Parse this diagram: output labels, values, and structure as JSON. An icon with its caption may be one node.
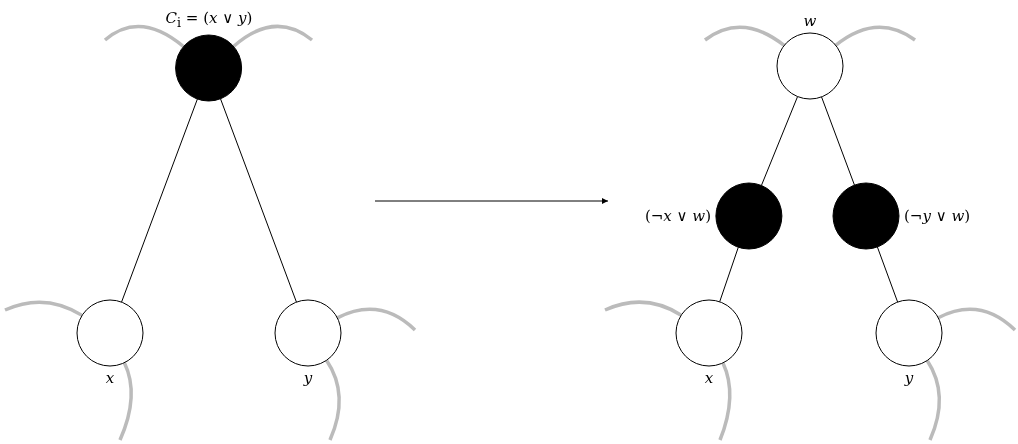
{
  "diagram": {
    "nodes": [
      {
        "text": [
          "*C*$_{i}$ = (*x* ∨ *y*)"
        ]
      },
      {
        "text": [
          "x"
        ]
      },
      {
        "text": [
          "y"
        ]
      },
      {
        "text": [
          "w"
        ]
      },
      {
        "text": [
          "(¬*x* ∨ *w*)"
        ]
      },
      {
        "text": [
          "(¬*y* ∨ *w*)"
        ]
      },
      {
        "text": [
          "x"
        ]
      },
      {
        "text": [
          "y"
        ]
      }
    ],
    "edges": [
      {
        "from": 0,
        "to": 1,
        "arrow": "none",
        "color": "#000000"
      },
      {
        "from": 0,
        "to": 2,
        "arrow": "none",
        "color": "#000000"
      },
      {
        "from": 3,
        "to": 4,
        "arrow": "none",
        "color": "#000000"
      },
      {
        "from": 3,
        "to": 5,
        "arrow": "none",
        "color": "#000000"
      },
      {
        "from": 4,
        "to": 6,
        "arrow": "none",
        "color": "#000000"
      },
      {
        "from": 5,
        "to": 7,
        "arrow": "none",
        "color": "#000000"
      },
      {
        "from": 0,
        "to": null,
        "arrow": "none"
      },
      {
        "from": 0,
        "to": null,
        "arrow": "none"
      },
      {
        "from": 1,
        "to": null,
        "arrow": "none"
      },
      {
        "from": 1,
        "to": null,
        "arrow": "none"
      },
      {
        "from": 2,
        "to": null,
        "arrow": "none"
      },
      {
        "from": 2,
        "to": null,
        "arrow": "none"
      },
      {
        "from": 3,
        "to": null,
        "arrow": "none"
      },
      {
        "from": 3,
        "to": null,
        "arrow": "none"
      },
      {
        "from": 6,
        "to": null,
        "arrow": "none"
      },
      {
        "from": 6,
        "to": null,
        "arrow": "none"
      },
      {
        "from": 7,
        "to": null,
        "arrow": "none"
      },
      {
        "from": 7,
        "to": null,
        "arrow": "none"
      }
    ]
  }
}
